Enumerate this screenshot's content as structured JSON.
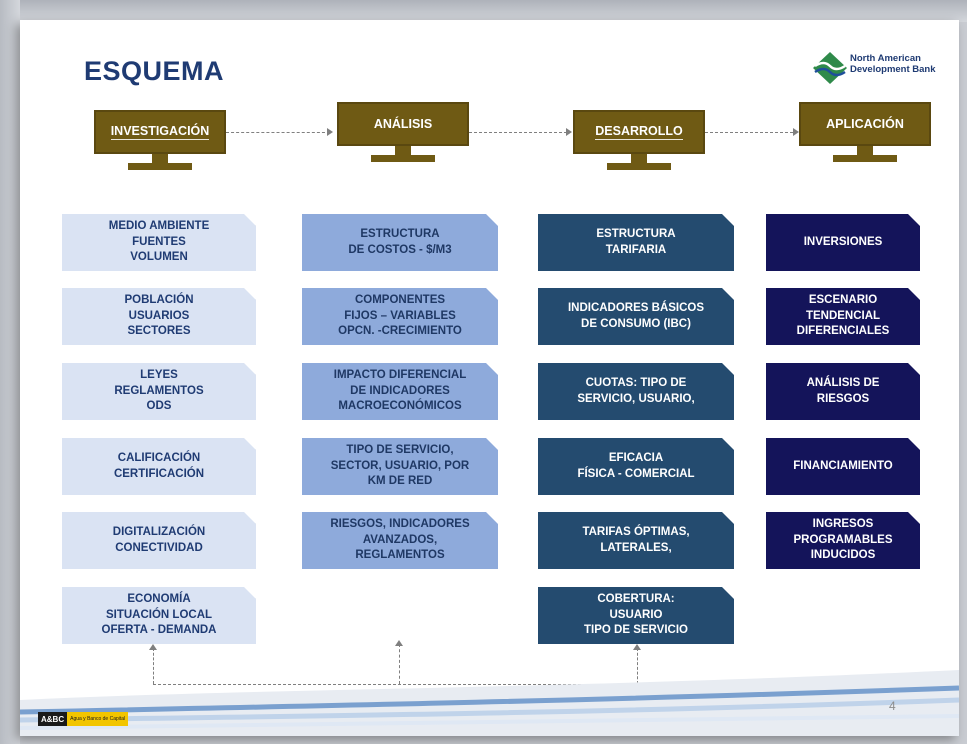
{
  "slide": {
    "title": "ESQUEMA",
    "logo_line1": "North American",
    "logo_line2": "Development Bank",
    "page_number": "4",
    "footer_logo_mark": "A&BC",
    "footer_logo_tag": "Agua y Banco de Capital"
  },
  "stages": [
    {
      "label": "INVESTIGACIÓN"
    },
    {
      "label": "ANÁLISIS"
    },
    {
      "label": "DESARROLLO"
    },
    {
      "label": "APLICACIÓN"
    }
  ],
  "columns": {
    "investigacion": [
      "MEDIO AMBIENTE\nFUENTES\nVOLUMEN",
      "POBLACIÓN\nUSUARIOS\nSECTORES",
      "LEYES\nREGLAMENTOS\nODS",
      "CALIFICACIÓN\nCERTIFICACIÓN",
      "DIGITALIZACIÓN\nCONECTIVIDAD",
      "ECONOMÍA\nSITUACIÓN LOCAL\nOFERTA - DEMANDA"
    ],
    "analisis": [
      "ESTRUCTURA\nDE COSTOS - $/M3",
      "COMPONENTES\nFIJOS – VARIABLES\nOPCN. -CRECIMIENTO",
      "IMPACTO DIFERENCIAL\nDE INDICADORES\nMACROECONÓMICOS",
      "TIPO DE SERVICIO,\nSECTOR, USUARIO, POR\nKM DE RED",
      "RIESGOS, INDICADORES\nAVANZADOS,\nREGLAMENTOS"
    ],
    "desarrollo": [
      "ESTRUCTURA\nTARIFARIA",
      "INDICADORES BÁSICOS\nDE CONSUMO (IBC)",
      "CUOTAS: TIPO DE\nSERVICIO, USUARIO,",
      "EFICACIA\nFÍSICA - COMERCIAL",
      "TARIFAS ÓPTIMAS,\nLATERALES,",
      "COBERTURA:\nUSUARIO\nTIPO DE SERVICIO"
    ],
    "aplicacion": [
      "INVERSIONES",
      "ESCENARIO\nTENDENCIAL\nDIFERENCIALES",
      "ANÁLISIS DE\nRIESGOS",
      "FINANCIAMIENTO",
      "INGRESOS\nPROGRAMABLES\nINDUCIDOS"
    ]
  },
  "colors": {
    "title": "#1f3b73",
    "monitor": "#6f5a14",
    "investigacion_box": "#dae3f3",
    "analisis_box": "#8eaadb",
    "desarrollo_box": "#244b6f",
    "aplicacion_box": "#14145a"
  }
}
